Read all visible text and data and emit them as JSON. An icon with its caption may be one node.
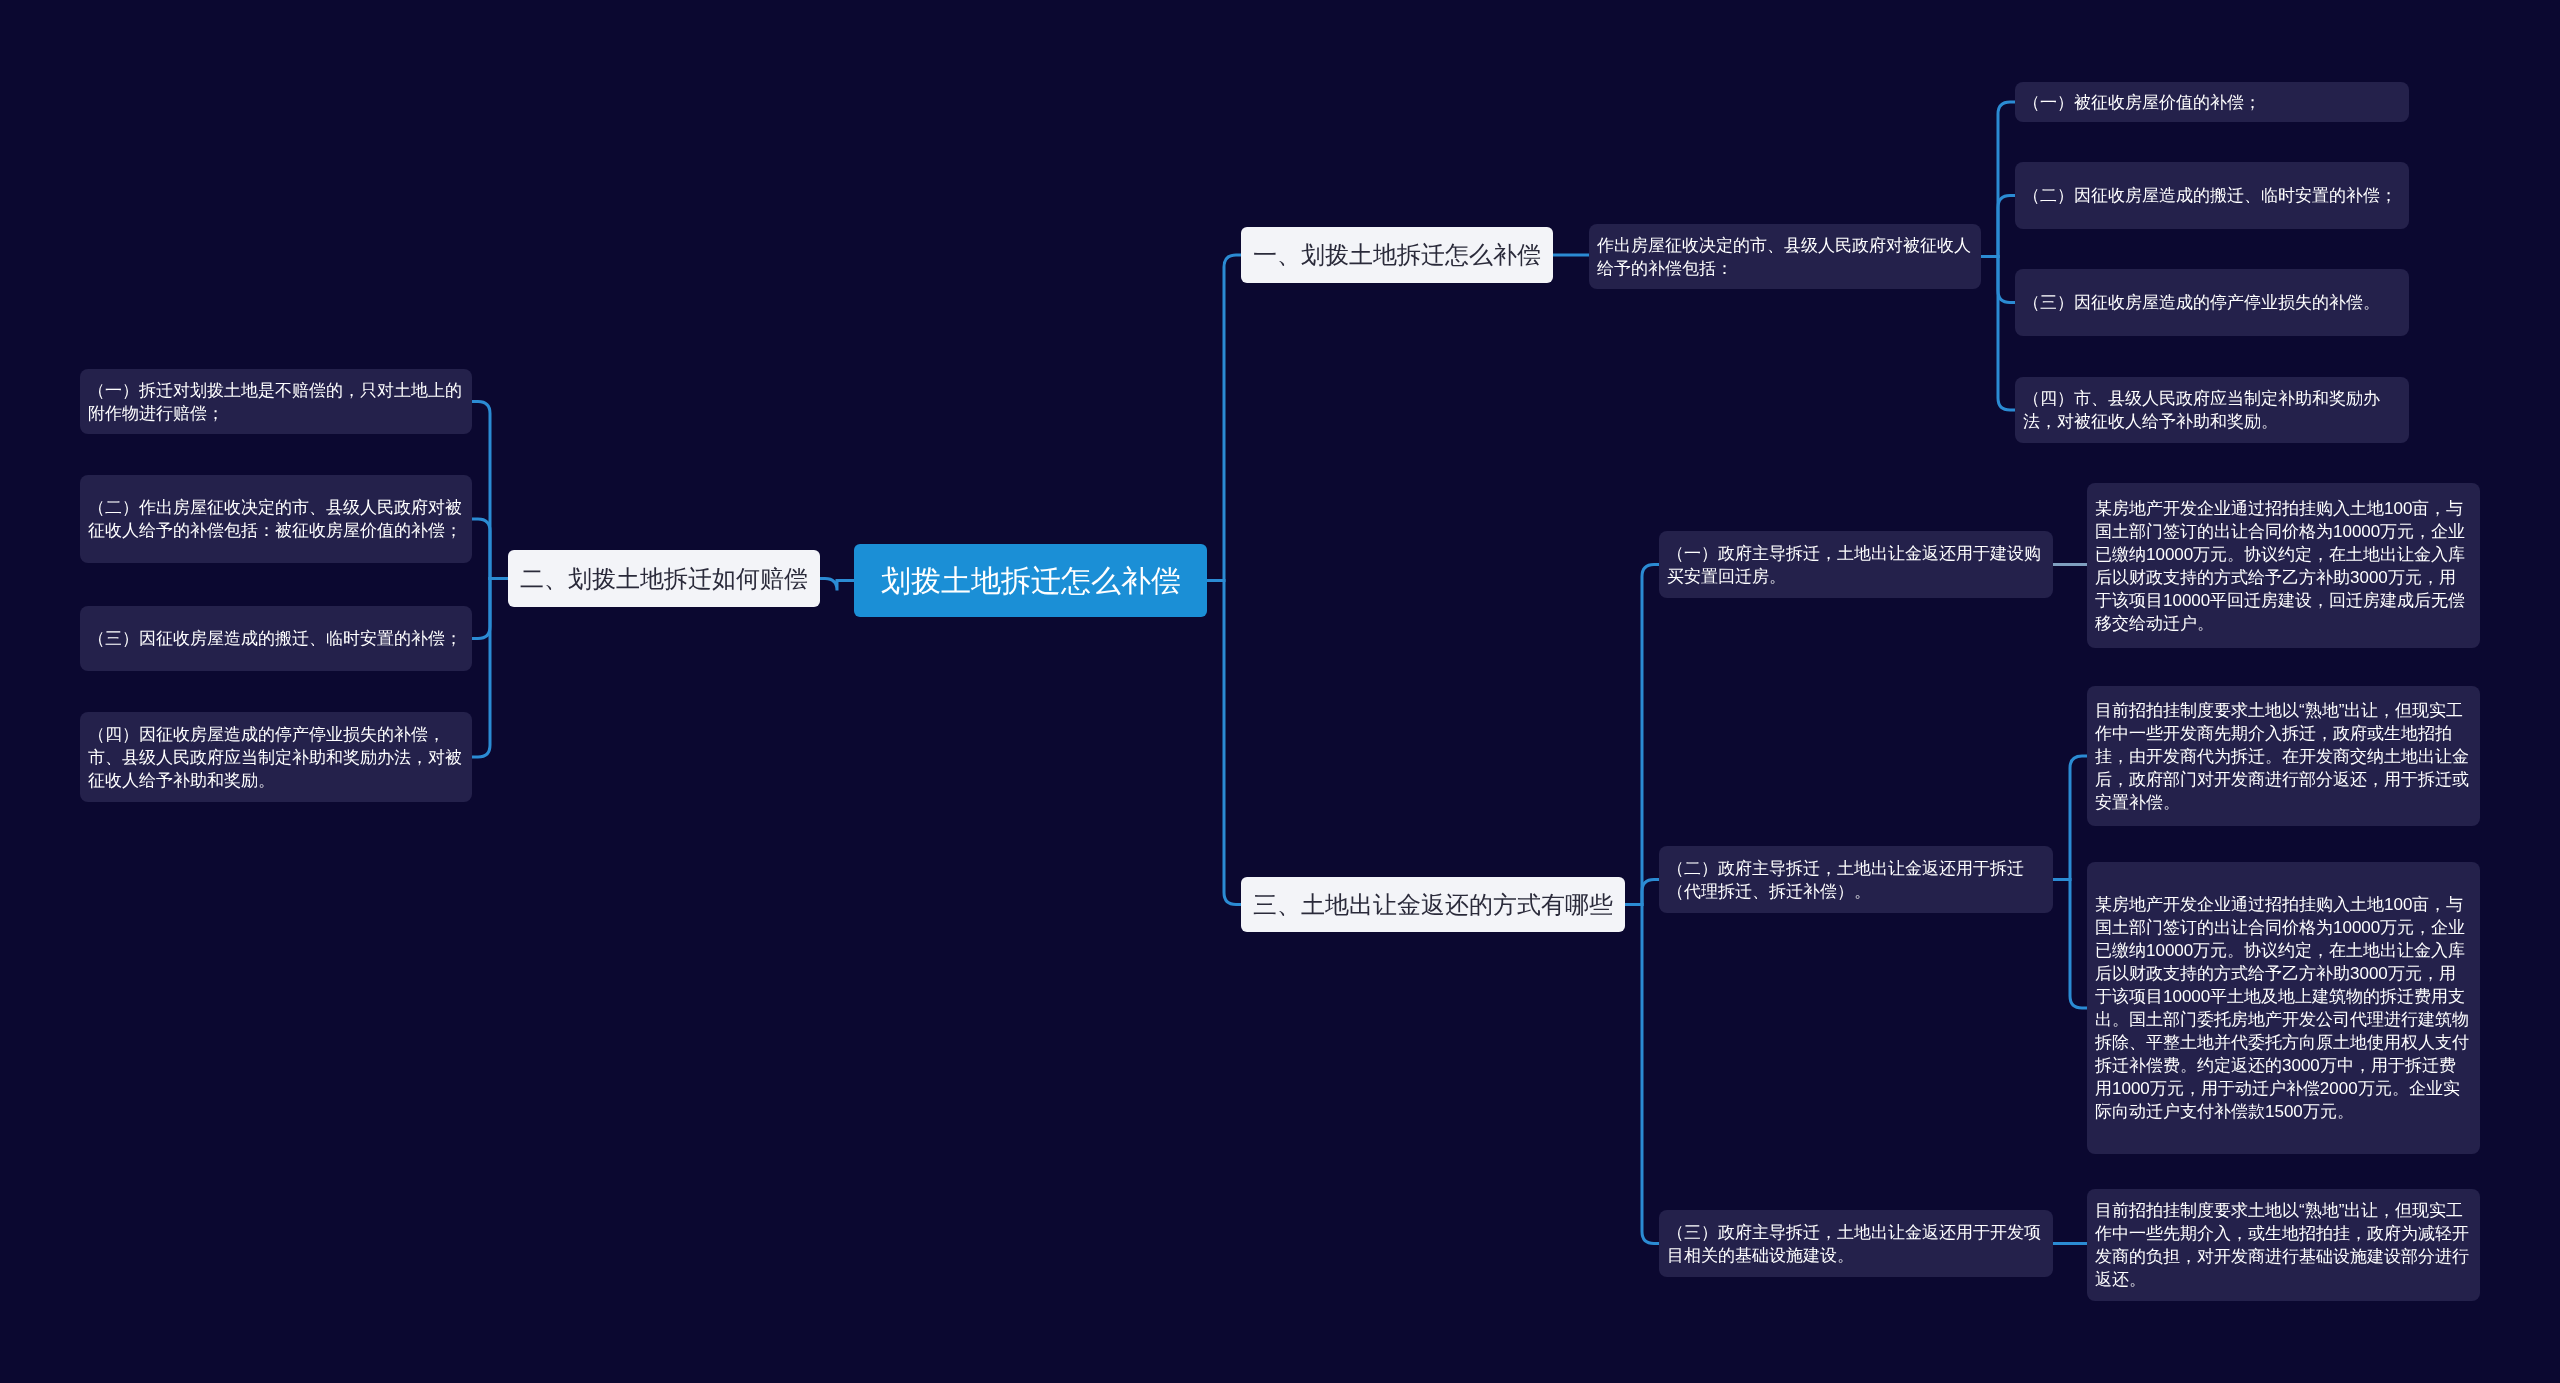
{
  "diagram": {
    "nodes": [
      {
        "text": [
          "划拨土地拆迁怎么补偿"
        ]
      },
      {
        "text": [
          "一、划拨土地拆迁怎么补偿"
        ]
      },
      {
        "text": [
          "作出房屋征收决定的市、县级人民政府对被征收人给予的补偿包括："
        ]
      },
      {
        "text": [
          "（一）被征收房屋价值的补偿；"
        ]
      },
      {
        "text": [
          "（二）因征收房屋造成的搬迁、临时安置的补偿；"
        ]
      },
      {
        "text": [
          "（三）因征收房屋造成的停产停业损失的补偿。"
        ]
      },
      {
        "text": [
          "（四）市、县级人民政府应当制定补助和奖励办法，对被征收人给予补助和奖励。"
        ]
      },
      {
        "text": [
          "二、划拨土地拆迁如何赔偿"
        ]
      },
      {
        "text": [
          "（一）拆迁对划拨土地是不赔偿的，只对土地上的附作物进行赔偿；"
        ]
      },
      {
        "text": [
          "（二）作出房屋征收决定的市、县级人民政府对被征收人给予的补偿包括：被征收房屋价值的补偿；"
        ]
      },
      {
        "text": [
          "（三）因征收房屋造成的搬迁、临时安置的补偿；"
        ]
      },
      {
        "text": [
          "（四）因征收房屋造成的停产停业损失的补偿，市、县级人民政府应当制定补助和奖励办法，对被征收人给予补助和奖励。"
        ]
      },
      {
        "text": [
          "三、土地出让金返还的方式有哪些"
        ]
      },
      {
        "text": [
          "（一）政府主导拆迁，土地出让金返还用于建设购买安置回迁房。"
        ]
      },
      {
        "text": [
          "某房地产开发企业通过招拍挂购入土地100亩，与国土部门签订的出让合同价格为10000万元，企业已缴纳10000万元。协议约定，在土地出让金入库后以财政支持的方式给予乙方补助3000万元，用于该项目10000平回迁房建设，回迁房建成后无偿移交给动迁户。"
        ]
      },
      {
        "text": [
          "（二）政府主导拆迁，土地出让金返还用于拆迁（代理拆迁、拆迁补偿）。"
        ]
      },
      {
        "text": [
          "目前招拍挂制度要求土地以“熟地”出让，但现实工作中一些开发商先期介入拆迁，政府或生地招拍挂，由开发商代为拆迁。在开发商交纳土地出让金后，政府部门对开发商进行部分返还，用于拆迁或安置补偿。"
        ]
      },
      {
        "text": [
          "某房地产开发企业通过招拍挂购入土地100亩，与国土部门签订的出让合同价格为10000万元，企业已缴纳10000万元。协议约定，在土地出让金入库后以财政支持的方式给予乙方补助3000万元，用于该项目10000平土地及地上建筑物的拆迁费用支出。国土部门委托房地产开发公司代理进行建筑物拆除、平整土地并代委托方向原土地使用权人支付拆迁补偿费。约定返还的3000万中，用于拆迁费用1000万元，用于动迁户补偿2000万元。企业实际向动迁户支付补偿款1500万元。"
        ]
      },
      {
        "text": [
          "（三）政府主导拆迁，土地出让金返还用于开发项目相关的基础设施建设。"
        ]
      },
      {
        "text": [
          "目前招拍挂制度要求土地以“熟地”出让，但现实工作中一些先期介入，或生地招拍挂，政府为减轻开发商的负担，对开发商进行基础设施建设部分进行返还。"
        ]
      }
    ],
    "edges": [
      {
        "from": 0,
        "to": 1,
        "arrow": "none"
      },
      {
        "from": 1,
        "to": 2,
        "arrow": "none"
      },
      {
        "from": 2,
        "to": 3,
        "arrow": "none"
      },
      {
        "from": 2,
        "to": 4,
        "arrow": "none"
      },
      {
        "from": 2,
        "to": 5,
        "arrow": "none"
      },
      {
        "from": 2,
        "to": 6,
        "arrow": "none"
      },
      {
        "from": 0,
        "to": 7,
        "arrow": "none"
      },
      {
        "from": 7,
        "to": 8,
        "arrow": "none"
      },
      {
        "from": 7,
        "to": 9,
        "arrow": "none"
      },
      {
        "from": 7,
        "to": 10,
        "arrow": "none"
      },
      {
        "from": 7,
        "to": 11,
        "arrow": "none"
      },
      {
        "from": 0,
        "to": 12,
        "arrow": "none"
      },
      {
        "from": 12,
        "to": 13,
        "arrow": "none"
      },
      {
        "from": 13,
        "to": 14,
        "arrow": "none",
        "color": "#7f9fbf"
      },
      {
        "from": 12,
        "to": 15,
        "arrow": "none"
      },
      {
        "from": 15,
        "to": 16,
        "arrow": "none"
      },
      {
        "from": 15,
        "to": 17,
        "arrow": "none"
      },
      {
        "from": 12,
        "to": 18,
        "arrow": "none"
      },
      {
        "from": 18,
        "to": 19,
        "arrow": "none"
      }
    ]
  }
}
